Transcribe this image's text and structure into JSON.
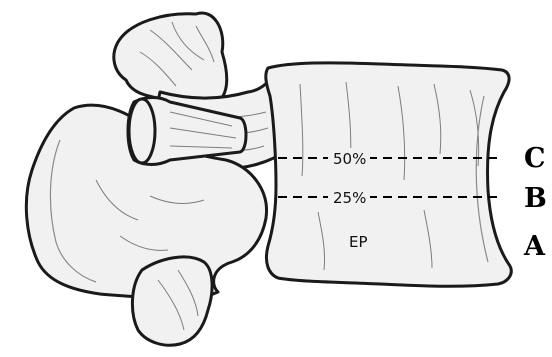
{
  "labels": {
    "line_upper": "50%",
    "line_lower": "25%",
    "endplate": "EP"
  },
  "levels": {
    "c": "C",
    "b": "B",
    "a": "A"
  }
}
